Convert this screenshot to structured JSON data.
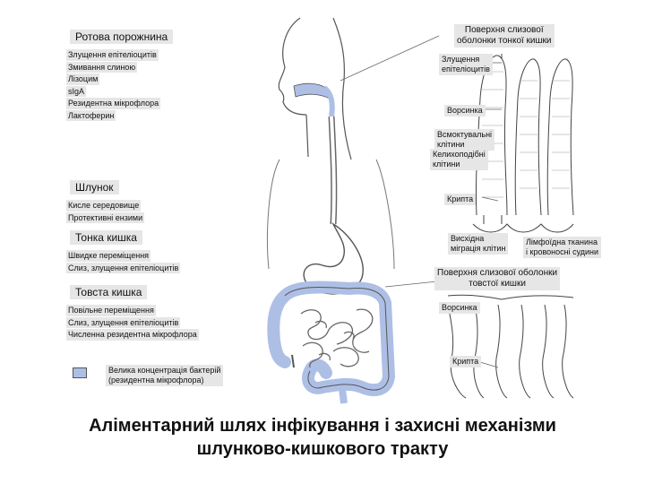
{
  "left_sections": [
    {
      "heading": "Ротова порожнина",
      "items": [
        "Злущення епітеліоцитів",
        "Змивання слиною",
        "Лізоцим",
        "sIgA",
        "Резидентна мікрофлора",
        "Лактоферин"
      ]
    },
    {
      "heading": "Шлунок",
      "items": [
        "Кисле середовище",
        "Протективні ензими"
      ]
    },
    {
      "heading": "Тонка кишка",
      "items": [
        "Швидке переміщення",
        "Слиз, злущення епітеліоцитів"
      ]
    },
    {
      "heading": "Товста кишка",
      "items": [
        "Повільне переміщення",
        "Слиз, злущення епітеліоцитів",
        "Численна резидентна мікрофлора"
      ]
    }
  ],
  "legend": {
    "line1": "Велика концентрація бактерій",
    "line2": "(резидентна мікрофлора)",
    "color": "#aebfe6"
  },
  "small_intestine": {
    "title_line1": "Поверхня слизової",
    "title_line2": "оболонки тонкої кишки",
    "labels": {
      "shedding_line1": "Злущення",
      "shedding_line2": "епітеліоцитів",
      "villus": "Ворсинка",
      "absorptive_line1": "Всмоктувальні",
      "absorptive_line2": "клітини",
      "goblet_line1": "Келихоподібні",
      "goblet_line2": "клітини",
      "crypt": "Крипта",
      "migration_line1": "Висхідна",
      "migration_line2": "міграція клітин",
      "lymphoid_line1": "Лімфоїдна тканина",
      "lymphoid_line2": "і кровоносні судини"
    }
  },
  "large_intestine": {
    "title_line1": "Поверхня слизової оболонки",
    "title_line2": "товстої кишки",
    "labels": {
      "villus": "Ворсинка",
      "crypt": "Крипта"
    }
  },
  "caption": {
    "line1": "Аліментарний шлях інфікування і захисні механізми",
    "line2": "шлунково-кишкового тракту"
  }
}
